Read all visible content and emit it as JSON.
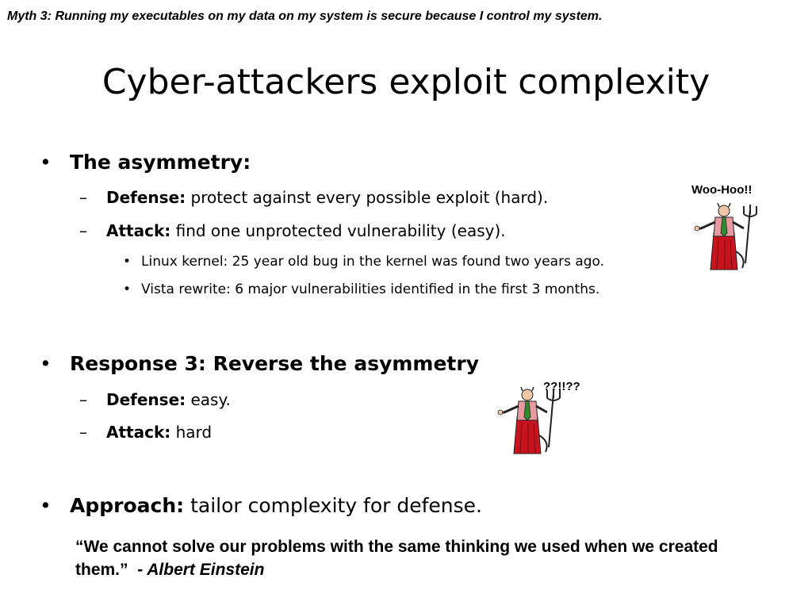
{
  "header": {
    "myth": "Myth 3: Running my executables on my data on my system is secure because I control my system."
  },
  "slide": {
    "title": "Cyber-attackers exploit complexity"
  },
  "asymmetry": {
    "heading": "The asymmetry:",
    "defense_label": "Defense:",
    "defense_text": " protect against every possible exploit (hard).",
    "attack_label": "Attack:",
    "attack_text": " find one unprotected vulnerability (easy).",
    "examples": [
      "Linux kernel: 25 year old bug in the kernel was found two years ago.",
      "Vista rewrite: 6 major vulnerabilities identified in the first 3 months."
    ]
  },
  "response": {
    "heading": "Response 3: Reverse the asymmetry",
    "defense_label": "Defense:",
    "defense_text": " easy.",
    "attack_label": "Attack:",
    "attack_text": " hard"
  },
  "approach": {
    "label": "Approach:",
    "text": " tailor complexity for defense."
  },
  "quote": {
    "text": "“We cannot solve our problems with the same thinking we used when we created them.”",
    "author": "- Albert Einstein"
  },
  "characters": {
    "top_exclaim": "Woo-Hoo!!",
    "bottom_exclaim": "??!!??"
  },
  "symbols": {
    "bullet": "•",
    "dash": "–",
    "sub_bullet": "•"
  },
  "colors": {
    "robe_red": "#c8141e",
    "shirt_pink": "#e89aa0",
    "tie_green": "#2f8a2f",
    "skin": "#f2c6a8"
  },
  "icons": {
    "devil": "devil-with-pitchfork-icon"
  }
}
